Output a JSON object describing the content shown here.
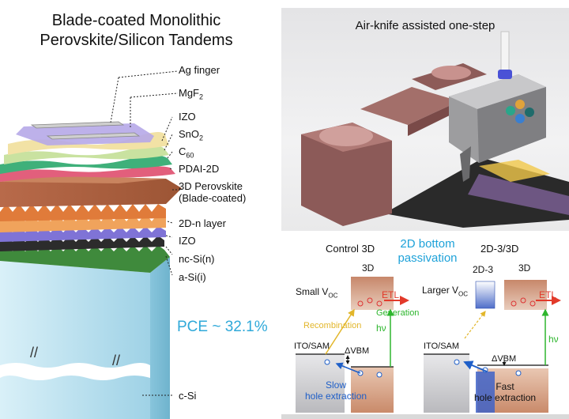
{
  "left": {
    "title_line1": "Blade-coated Monolithic",
    "title_line2": "Perovskite/Silicon Tandems",
    "layers": [
      {
        "name": "Ag finger"
      },
      {
        "name": "MgF",
        "sub": "2"
      },
      {
        "name": "IZO"
      },
      {
        "name": "SnO",
        "sub": "2"
      },
      {
        "name": "C",
        "sub": "60"
      },
      {
        "name": "PDAI-2D"
      },
      {
        "name": "3D Perovskite",
        "line2": "(Blade-coated)"
      },
      {
        "name": "2D-n layer"
      },
      {
        "name": "IZO"
      },
      {
        "name": "nc-Si(n)"
      },
      {
        "name": "a-Si(i)"
      },
      {
        "name": "c-Si"
      }
    ],
    "pce": "PCE ~ 32.1%"
  },
  "top_right": {
    "title": "Air-knife assisted one-step"
  },
  "bottom_right": {
    "center_title_line1": "2D bottom",
    "center_title_line2": "passivation",
    "control": {
      "title": "Control 3D",
      "layer_3d": "3D",
      "voc_prefix": "Small V",
      "voc_sub": "OC",
      "etl": "ETL",
      "generation": "Generation",
      "recombination": "Recombination",
      "hv": "hν",
      "delta_vbm": "ΔVBM",
      "ito_sam": "ITO/SAM",
      "extraction_line1": "Slow",
      "extraction_line2": "hole extraction"
    },
    "passivated": {
      "title": "2D-3/3D",
      "layer_2d": "2D-3",
      "layer_3d": "3D",
      "voc_prefix": "Larger V",
      "voc_sub": "OC",
      "etl": "ETL",
      "hv": "hν",
      "delta_vbm": "ΔVBM",
      "ito_sam": "ITO/SAM",
      "extraction_line1": "Fast",
      "extraction_line2": "hole extraction"
    }
  },
  "colors": {
    "pce": "#2fa9d9",
    "etl_arrow": "#e23a2a",
    "generation_arrow": "#2db62d",
    "recombination_arrow": "#e2b62a",
    "extraction_arrow": "#1f5fc8"
  }
}
